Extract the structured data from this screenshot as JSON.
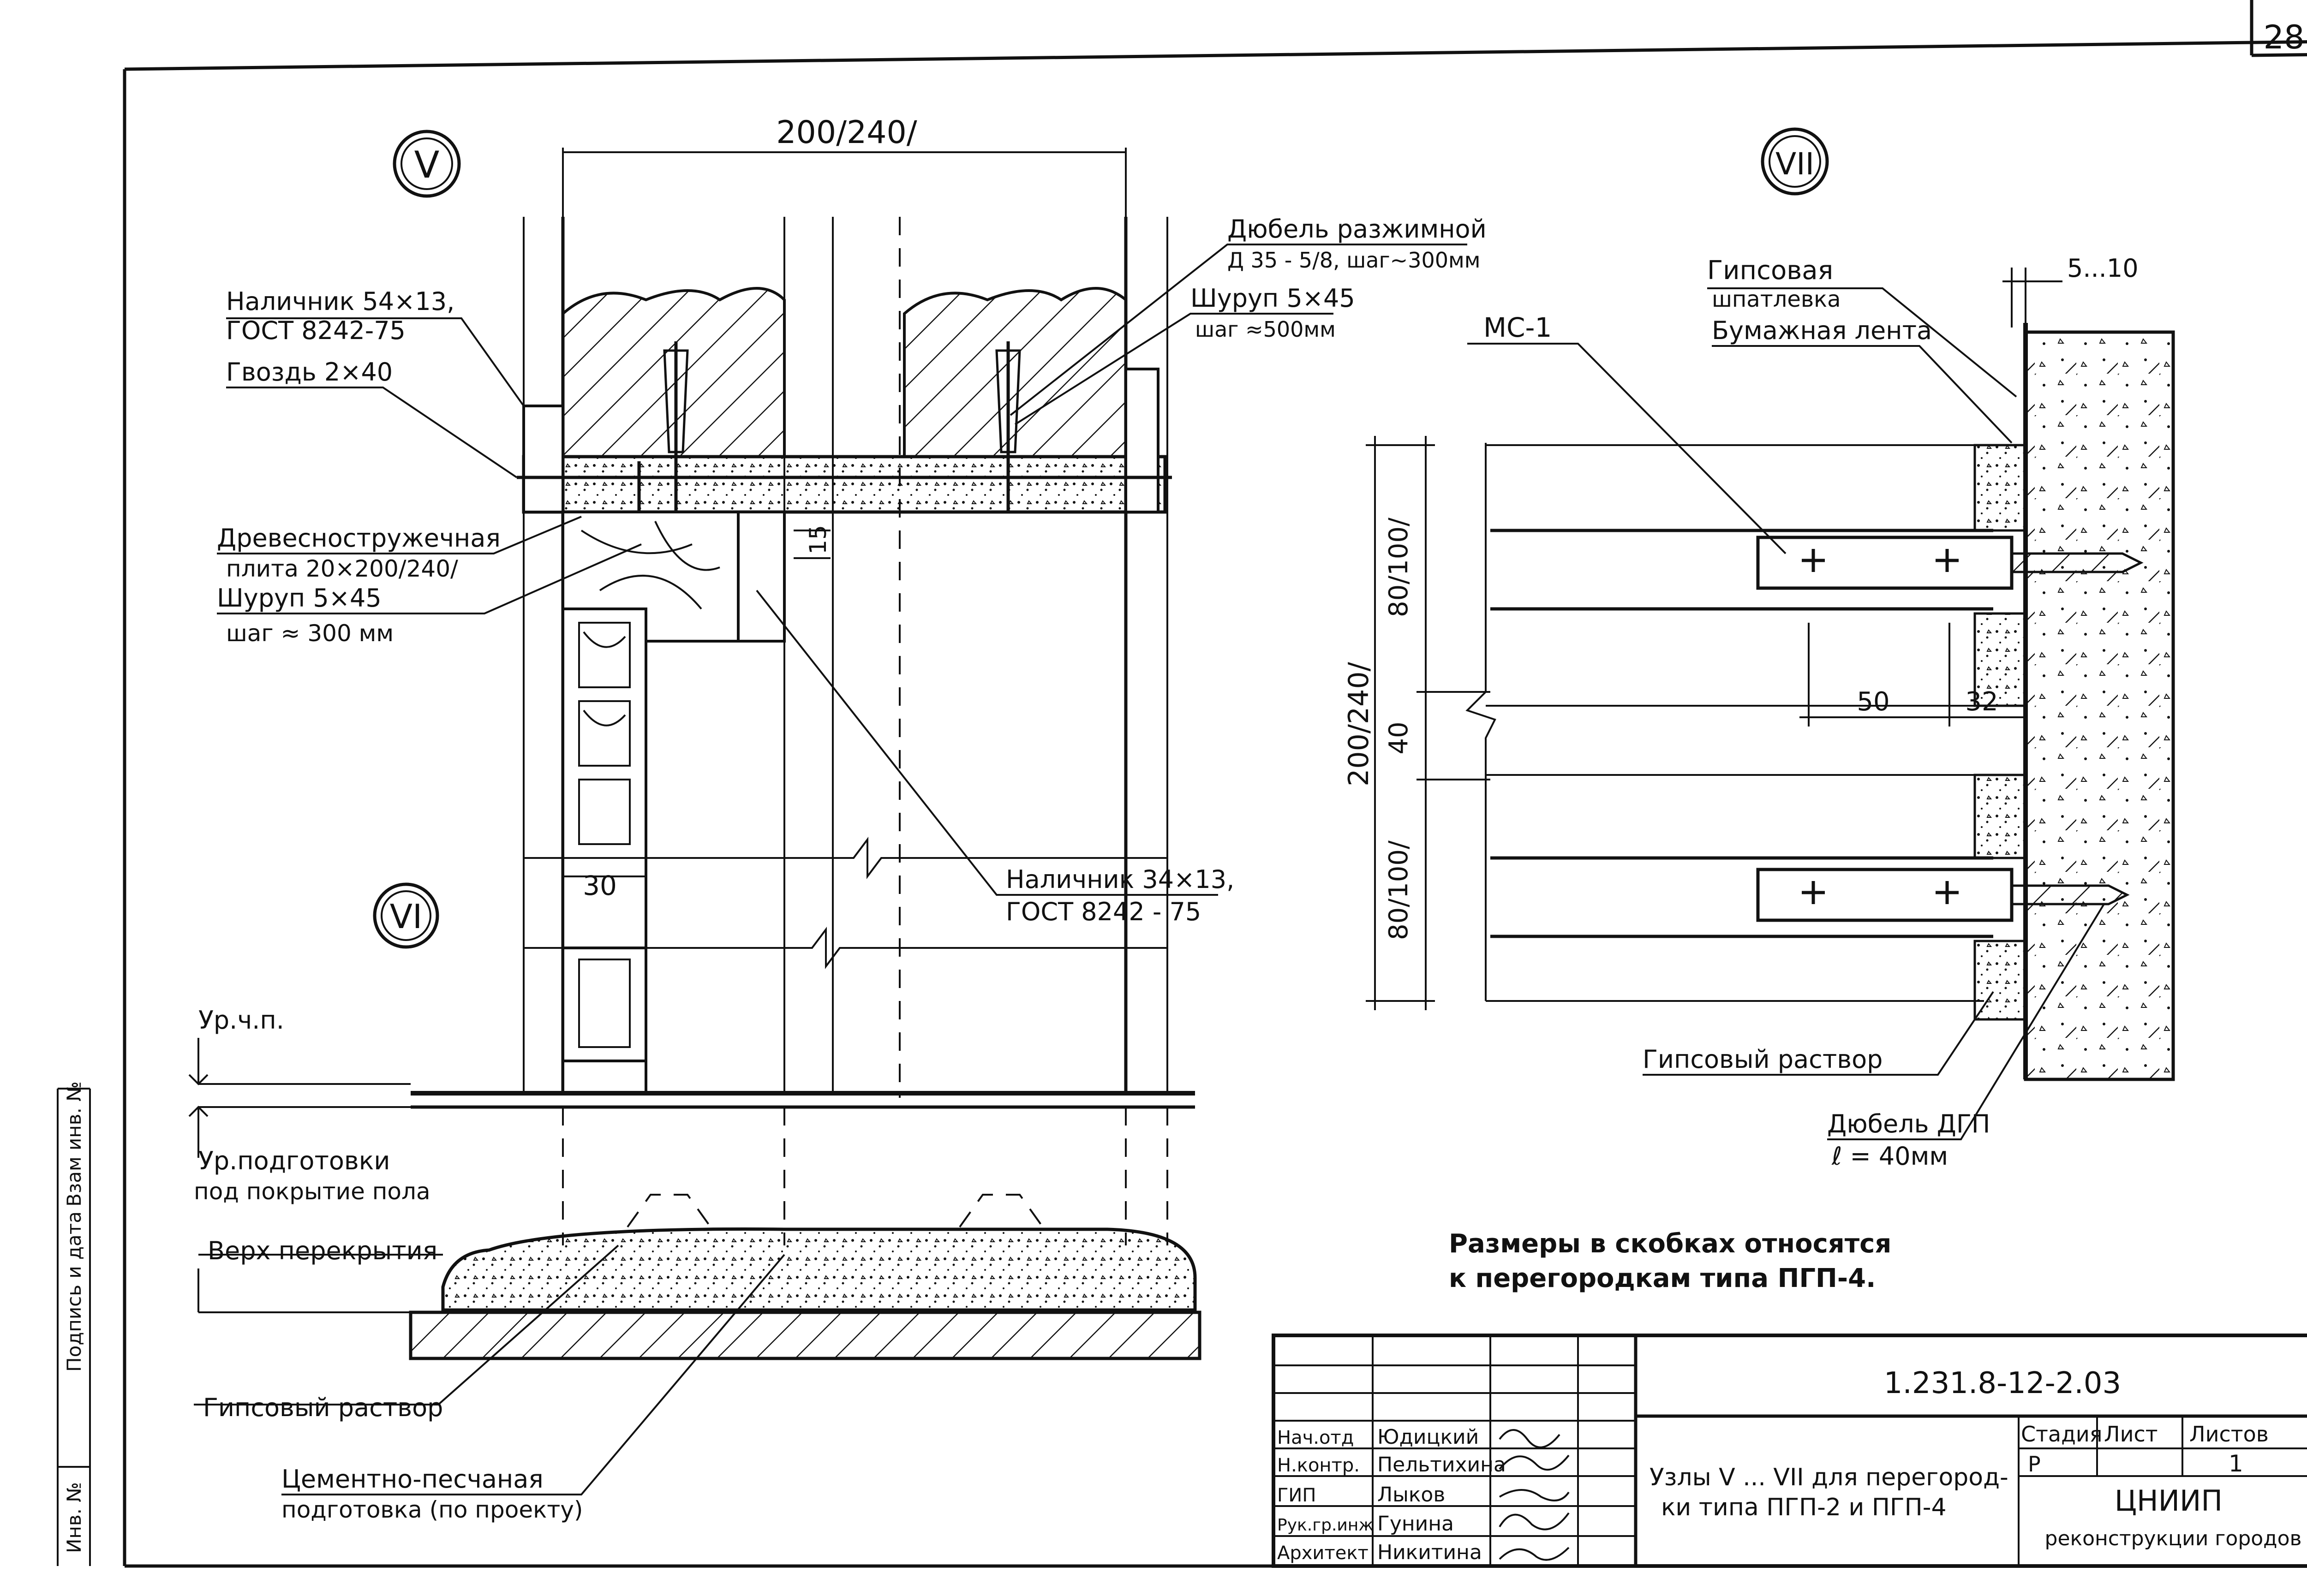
{
  "page_number": "28",
  "node_v": {
    "marker": "V",
    "width_dim": "200/240/",
    "label_nalichnik_54": [
      "Наличник 54×13,",
      "ГОСТ 8242-75"
    ],
    "label_gvozd": "Гвоздь 2×40",
    "label_dsp": [
      "Древесностружечная",
      "плита 20×200/240/"
    ],
    "label_shurup_300": [
      "Шуруп 5×45",
      "шаг ≈ 300 мм"
    ],
    "label_dyubel": [
      "Дюбель разжимной",
      "Д 35 - 5/8, шаг~300мм"
    ],
    "label_shurup_500": [
      "Шуруп 5×45",
      "шаг ≈500мм"
    ],
    "dim_15": "15",
    "dim_30": "30",
    "label_nalichnik_34": [
      "Наличник 34×13,",
      "ГОСТ 8242 - 75"
    ]
  },
  "node_vi": {
    "marker": "VI",
    "label_urchp": "Ур.ч.п.",
    "label_urpodg": [
      "Ур.подготовки",
      "под покрытие пола"
    ],
    "label_verh": "Верх перекрытия",
    "label_gips": "Гипсовый раствор",
    "label_cement": [
      "Цементно-песчаная",
      "подготовка (по проекту)"
    ]
  },
  "node_vii": {
    "marker": "VII",
    "label_ms": "МС-1",
    "label_gips_shpat": [
      "Гипсовая",
      "шпатлевка"
    ],
    "label_lenta": "Бумажная лента",
    "dim_5_10": "5...10",
    "dim_80_100_top": "80/100/",
    "dim_40": "40",
    "dim_80_100_bot": "80/100/",
    "dim_200_240": "200/240/",
    "dim_50": "50",
    "dim_32": "32",
    "label_gips_rastvor": "Гипсовый раствор",
    "label_dyubel_dgp": [
      "Дюбель ДГП",
      "ℓ = 40мм"
    ]
  },
  "note": [
    "Размеры в скобках относятся",
    "к перегородкам типа ПГП-4."
  ],
  "side_stamp": [
    "Подпись и дата",
    "Взам инв. №",
    "Инв. №"
  ],
  "title_block": {
    "code": "1.231.8-12-2.03",
    "roles": [
      "Нач.отд",
      "Н.контр.",
      "ГИП",
      "Рук.гр.инж",
      "Архитект"
    ],
    "names": [
      "Юдицкий",
      "Пельтихина",
      "Лыков",
      "Гунина",
      "Никитина"
    ],
    "title": [
      "Узлы V ... VII для перегород-",
      "ки типа ПГП-2 и ПГП-4"
    ],
    "col_stage": "Стадия",
    "col_sheet": "Лист",
    "col_sheets": "Листов",
    "stage": "Р",
    "sheets": "1",
    "org": [
      "ЦНИИП",
      "реконструкции городов"
    ]
  }
}
